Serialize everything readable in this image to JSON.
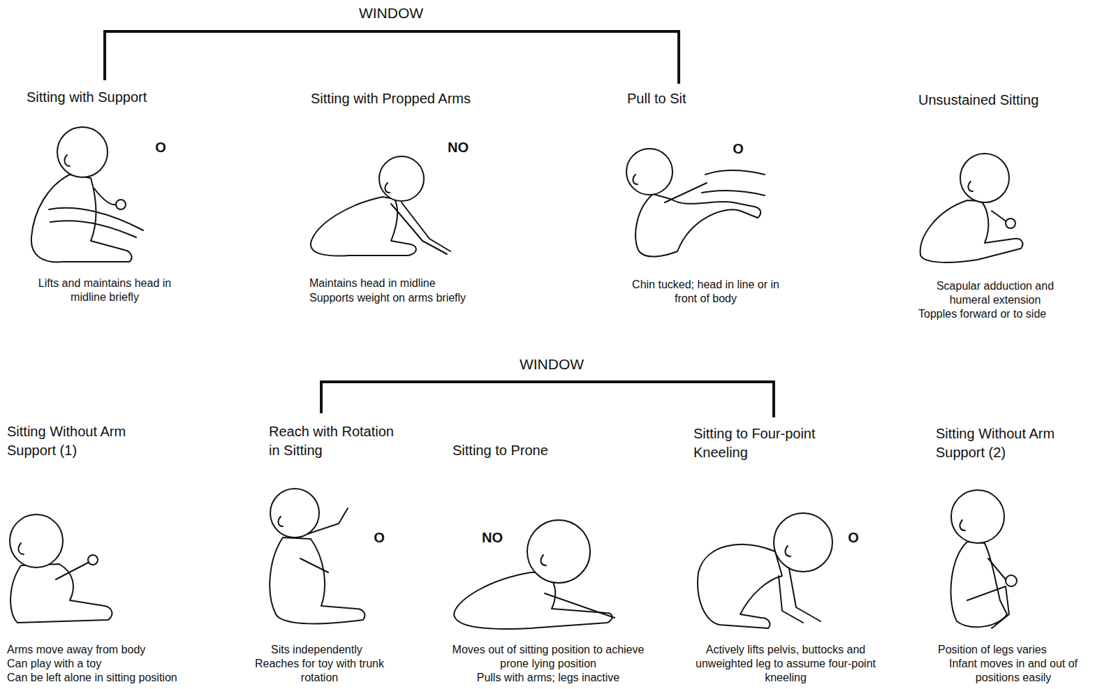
{
  "diagram": {
    "labels": [
      "WINDOW",
      "Sitting with Support",
      "O",
      "Lifts and maintains head in midline briefly",
      "Sitting with Propped Arms",
      "NO",
      "Maintains head in midline",
      "Supports weight on arms briefly",
      "Pull to Sit",
      "O",
      "Chin tucked; head in line or in front of body",
      "Unsustained Sitting",
      "Scapular adduction and humeral extension",
      "Topples forward or to side",
      "WINDOW",
      "Sitting Without Arm Support (1)",
      "Arms move away from body",
      "Can play with a toy",
      "Can be left alone in sitting position",
      "Reach with Rotation in Sitting",
      "O",
      "Sits independently",
      "Reaches for toy with trunk rotation",
      "Sitting to Prone",
      "NO",
      "Moves out of sitting position to achieve prone lying position",
      "Pulls with arms; legs inactive",
      "Sitting to Four-point Kneeling",
      "O",
      "Actively lifts pelvis, buttocks and unweighted leg to assume four-point kneeling",
      "Sitting Without Arm Support (2)",
      "Position of legs varies",
      "Infant moves in and out of positions easily"
    ]
  }
}
